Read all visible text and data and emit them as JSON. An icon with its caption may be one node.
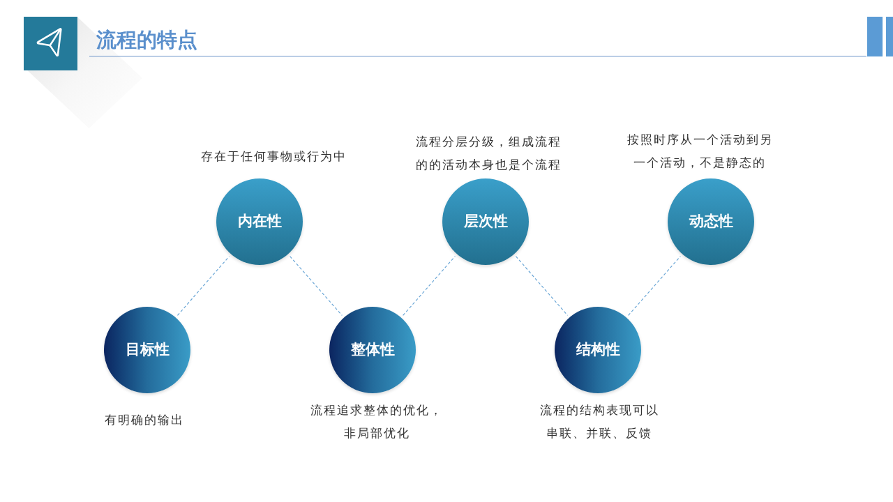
{
  "diagram": {
    "title": "流程的特点",
    "nodes": [
      {
        "text": [
          "目标性"
        ],
        "beside": [
          "有明确的输出"
        ]
      },
      {
        "text": [
          "内在性"
        ],
        "beside": [
          "存在于任何事物或行为中"
        ]
      },
      {
        "text": [
          "整体性"
        ],
        "beside": [
          "流程追求整体的优化，非局部优化"
        ]
      },
      {
        "text": [
          "层次性"
        ],
        "beside": [
          "流程分层分级，组成流程的的活动本身也是个流程"
        ]
      },
      {
        "text": [
          "结构性"
        ],
        "beside": [
          "流程的结构表现可以串联、并联、反馈"
        ]
      },
      {
        "text": [
          "动态性"
        ],
        "beside": [
          "按照时序从一个活动到另一个活动，不是静态的"
        ]
      }
    ],
    "edges": [
      {
        "from": 0,
        "to": 1,
        "arrow": "none",
        "style": "dashed"
      },
      {
        "from": 1,
        "to": 2,
        "arrow": "none",
        "style": "dashed"
      },
      {
        "from": 2,
        "to": 3,
        "arrow": "none",
        "style": "dashed"
      },
      {
        "from": 3,
        "to": 4,
        "arrow": "none",
        "style": "dashed"
      },
      {
        "from": 4,
        "to": 5,
        "arrow": "none",
        "style": "dashed"
      }
    ]
  }
}
